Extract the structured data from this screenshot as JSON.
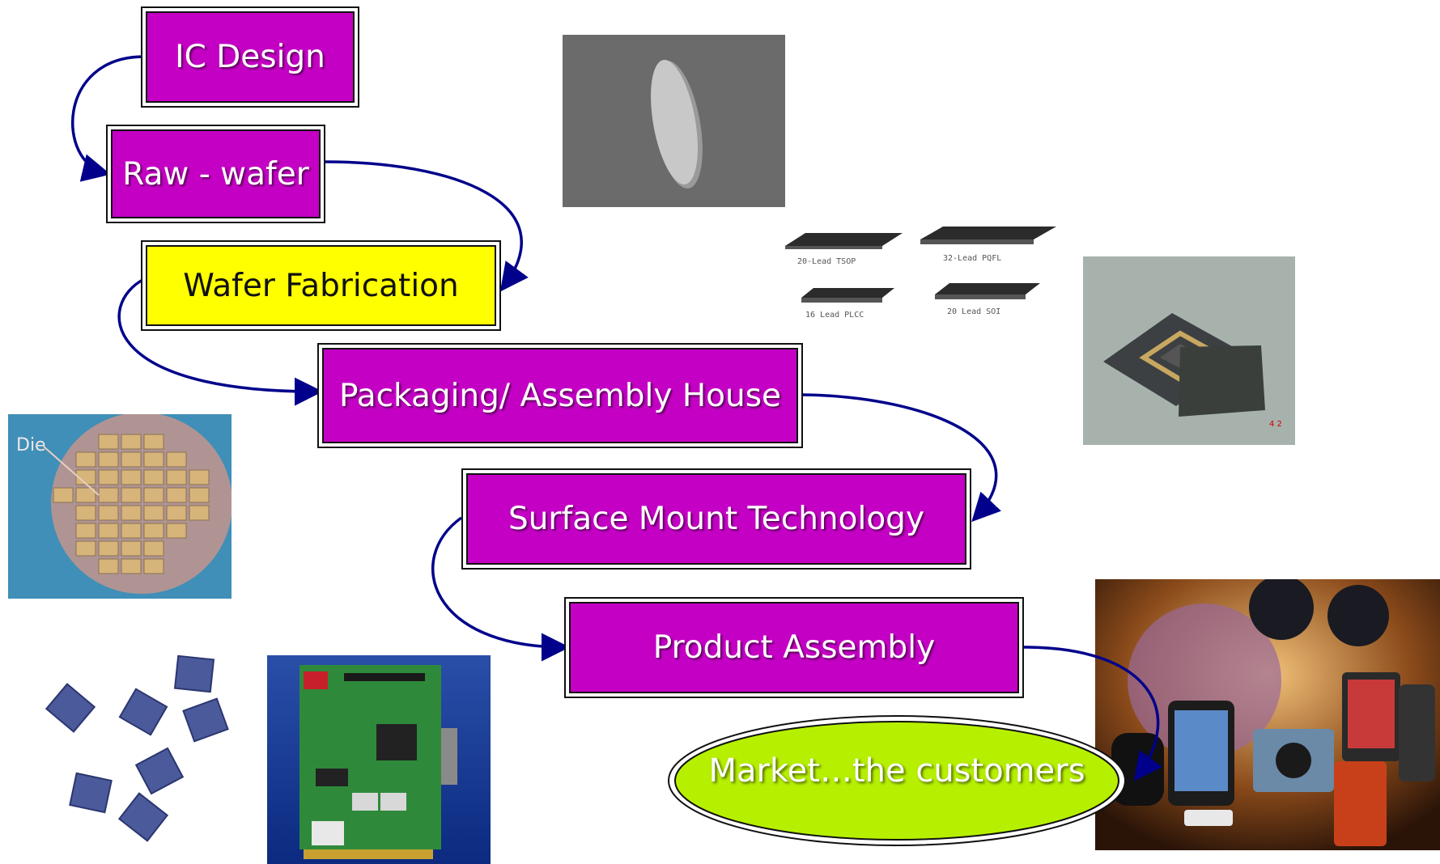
{
  "colors": {
    "magenta": "#c400c4",
    "yellow": "#ffff00",
    "lime": "#b6f000",
    "arrow": "#00008b"
  },
  "steps": {
    "ic_design": "IC Design",
    "raw_wafer": "Raw - wafer",
    "wafer_fab": "Wafer Fabrication",
    "packaging": "Packaging/ Assembly House",
    "smt": "Surface Mount Technology",
    "product_assembly": "Product Assembly",
    "market": "Market…the customers"
  },
  "images": {
    "die_label": "Die"
  }
}
